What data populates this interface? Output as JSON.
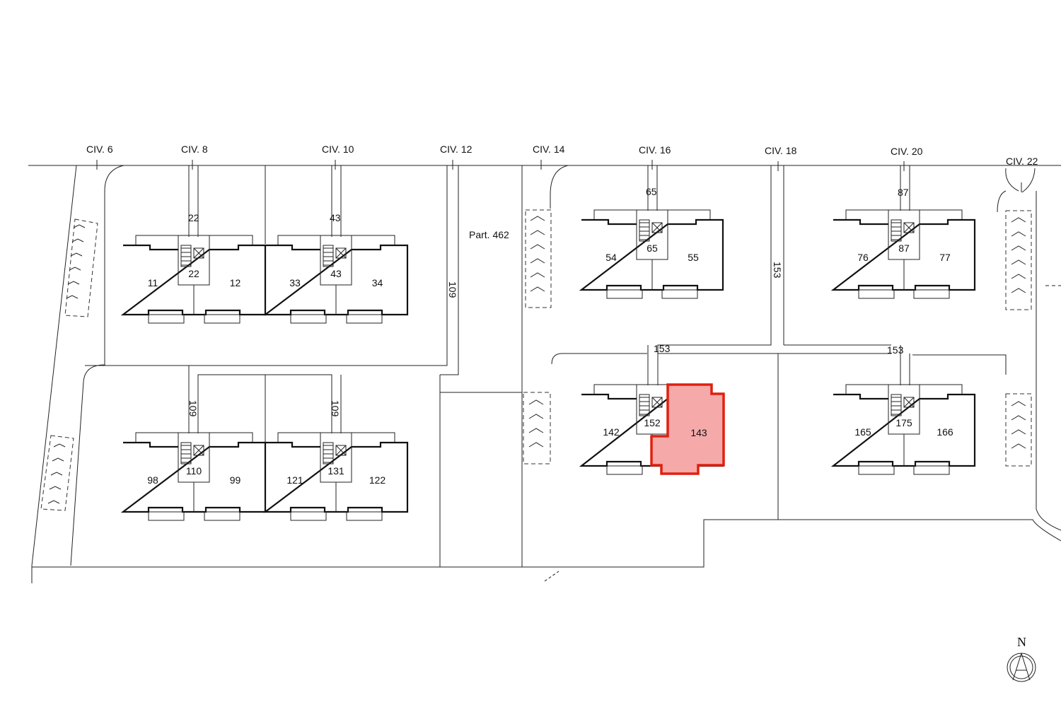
{
  "street_numbers": [
    "CIV. 6",
    "CIV. 8",
    "CIV. 10",
    "CIV. 12",
    "CIV. 14",
    "CIV. 16",
    "CIV. 18",
    "CIV. 20",
    "CIV. 22"
  ],
  "parcel_label": "Part. 462",
  "buildings": [
    {
      "left_unit": "11",
      "right_unit": "12",
      "stair": "22",
      "path": "22"
    },
    {
      "left_unit": "33",
      "right_unit": "34",
      "stair": "43",
      "path": "43"
    },
    {
      "left_unit": "54",
      "right_unit": "55",
      "stair": "65",
      "path": "65"
    },
    {
      "left_unit": "76",
      "right_unit": "77",
      "stair": "87",
      "path": "87"
    },
    {
      "left_unit": "98",
      "right_unit": "99",
      "stair": "110",
      "path": "109"
    },
    {
      "left_unit": "121",
      "right_unit": "122",
      "stair": "131",
      "path": "109"
    },
    {
      "left_unit": "142",
      "right_unit": "143",
      "stair": "152",
      "path": "153"
    },
    {
      "left_unit": "165",
      "right_unit": "166",
      "stair": "175",
      "path": "153"
    }
  ],
  "path_labels": {
    "vertical_left": "109",
    "vertical_right": "153"
  },
  "highlight": {
    "unit": "143",
    "fill": "#f5a9a9",
    "stroke": "#e02010"
  },
  "north_label": "N"
}
